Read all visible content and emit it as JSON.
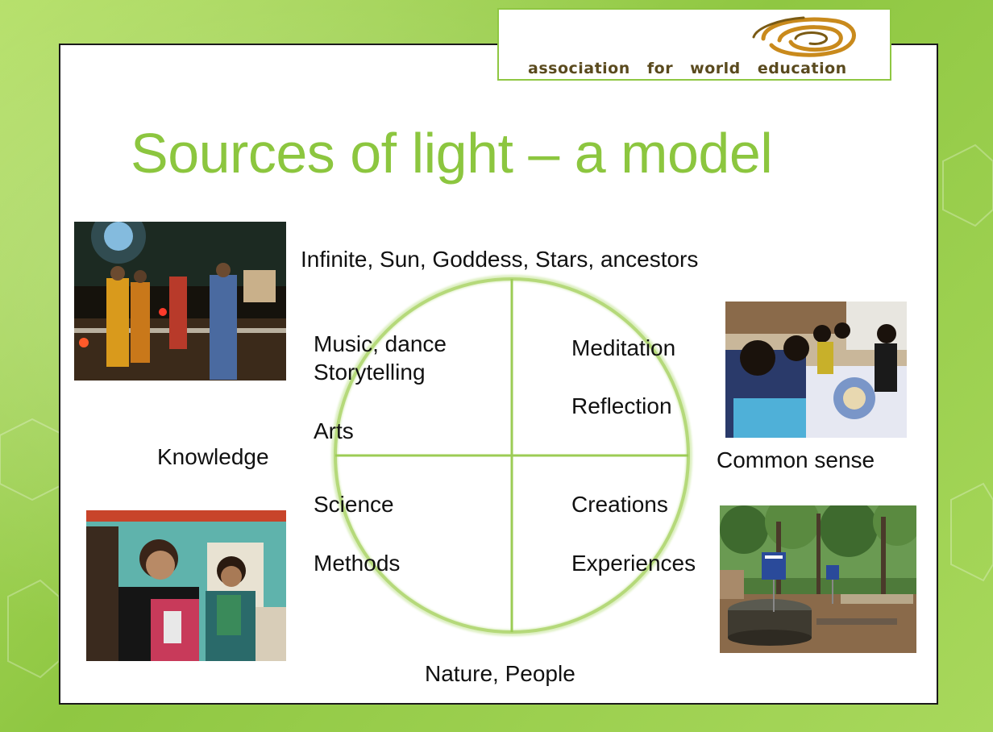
{
  "logo": {
    "org_name": "association for world education"
  },
  "title": "Sources of light – a model",
  "labels": {
    "top": "Infinite, Sun, Goddess, Stars, ancestors",
    "bottom": "Nature, People",
    "left": "Knowledge",
    "right": "Common sense"
  },
  "quadrants": {
    "top_left": [
      "Music, dance",
      "Storytelling",
      "Arts"
    ],
    "top_right": [
      "Meditation",
      "Reflection"
    ],
    "bottom_left": [
      "Science",
      "Methods"
    ],
    "bottom_right": [
      "Creations",
      "Experiences"
    ]
  },
  "colors": {
    "accent_green": "#8cc63f",
    "circle_green": "#b5d97a",
    "logo_brown": "#5a4a1e",
    "logo_gold": "#c98a1c"
  }
}
